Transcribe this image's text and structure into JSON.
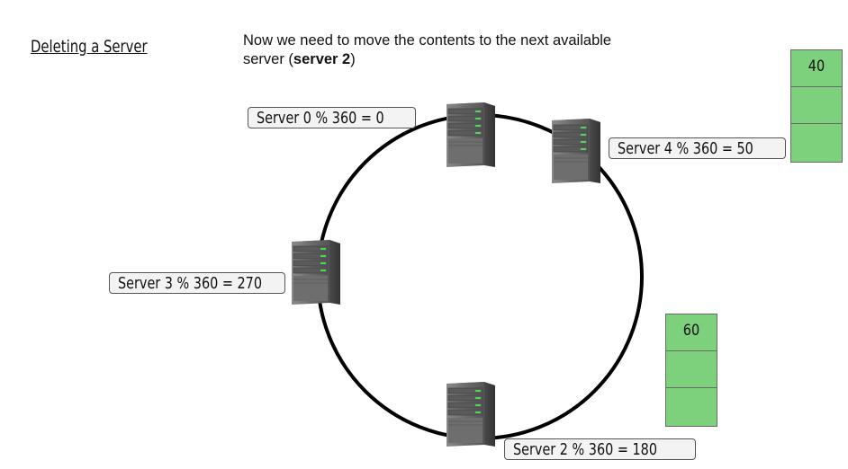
{
  "title": "Deleting a Server",
  "caption": {
    "text_before": "Now we need to move the contents to the next available server (",
    "bold": "server 2",
    "text_after": ")"
  },
  "servers": [
    {
      "id": "server-0",
      "label": "Server 0 % 360 = 0"
    },
    {
      "id": "server-4",
      "label": "Server 4 % 360 = 50"
    },
    {
      "id": "server-3",
      "label": "Server 3 % 360 = 270"
    },
    {
      "id": "server-2",
      "label": "Server 2 % 360 = 180"
    }
  ],
  "buckets": [
    {
      "id": "bucket-server-4",
      "cells": [
        "40",
        "",
        ""
      ]
    },
    {
      "id": "bucket-server-2",
      "cells": [
        "60",
        "",
        ""
      ]
    }
  ],
  "colors": {
    "bucket_fill": "#7ed17c",
    "ring": "#000000",
    "label_fill": "#f3f3f3",
    "server_body": "#6b6b6b",
    "server_led": "#4bd65a"
  }
}
